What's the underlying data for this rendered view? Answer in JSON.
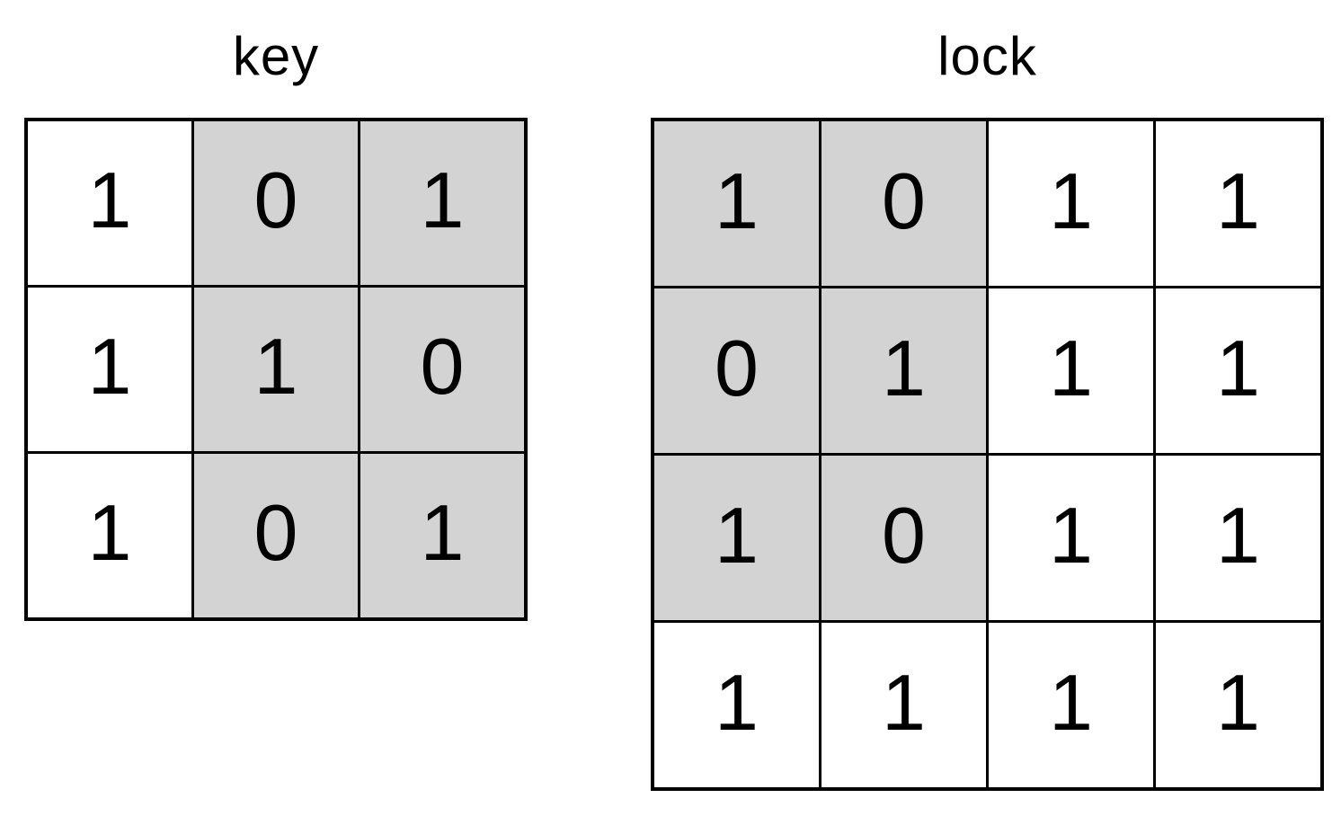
{
  "key_panel": {
    "title": "key",
    "grid": {
      "rows_count": 3,
      "cols_count": 3,
      "rows": [
        [
          1,
          0,
          1
        ],
        [
          1,
          1,
          0
        ],
        [
          1,
          0,
          1
        ]
      ],
      "shaded_cells": [
        [
          0,
          1
        ],
        [
          0,
          2
        ],
        [
          1,
          1
        ],
        [
          1,
          2
        ],
        [
          2,
          1
        ],
        [
          2,
          2
        ]
      ]
    }
  },
  "lock_panel": {
    "title": "lock",
    "grid": {
      "rows_count": 4,
      "cols_count": 4,
      "rows": [
        [
          1,
          0,
          1,
          1
        ],
        [
          0,
          1,
          1,
          1
        ],
        [
          1,
          0,
          1,
          1
        ],
        [
          1,
          1,
          1,
          1
        ]
      ],
      "shaded_cells": [
        [
          0,
          0
        ],
        [
          0,
          1
        ],
        [
          1,
          0
        ],
        [
          1,
          1
        ],
        [
          2,
          0
        ],
        [
          2,
          1
        ]
      ]
    }
  },
  "colors": {
    "background": "#ffffff",
    "cell_unshaded": "#ffffff",
    "cell_shaded": "#d3d3d3",
    "grid_border": "#000000",
    "text": "#000000"
  }
}
